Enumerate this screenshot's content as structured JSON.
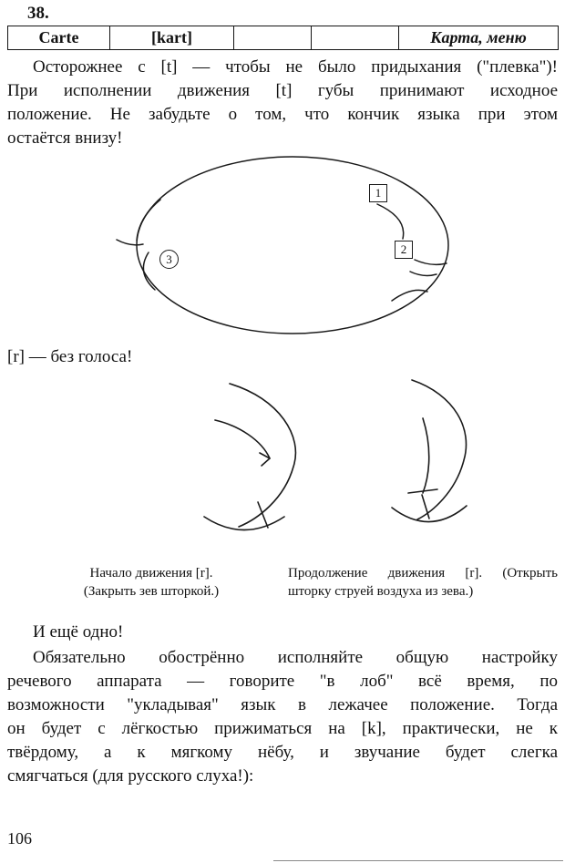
{
  "page": {
    "exercise_number": "38.",
    "page_number": "106"
  },
  "vocab_table": {
    "word": "Carte",
    "transcription": "[kart]",
    "empty1": "",
    "empty2": "",
    "translation": "Карта, меню"
  },
  "intro": {
    "lines": [
      "Осторожнее с [t] — чтобы не было придыхания (\"плевка\")!",
      "При исполнении движения [t] губы принимают исходное",
      "положение. Не забудьте о том, что кончик языка при этом",
      "остаётся внизу!"
    ]
  },
  "mouth_diagram": {
    "label_1": "1",
    "label_2": "2",
    "label_3": "3"
  },
  "r_note": "[r] — без голоса!",
  "captions": {
    "start": {
      "lines": [
        "Начало движения [r].",
        "(Закрыть зев шторкой.)"
      ]
    },
    "continue": {
      "lines": [
        "Продолжение движения [r]. (Открыть",
        "шторку струей воздуха из зева.)"
      ]
    }
  },
  "one_more": "И ещё одно!",
  "closing": {
    "lines": [
      "Обязательно обострённо исполняйте общую настройку",
      "речевого аппарата — говорите \"в лоб\" всё время, по",
      "возможности \"укладывая\" язык в лежачее положение. Тогда",
      "он будет с лёгкостью прижиматься на [k], практически, не к",
      "твёрдому, а к мягкому нёбу, и звучание будет слегка",
      "смягчаться (для русского слуха!):"
    ]
  }
}
